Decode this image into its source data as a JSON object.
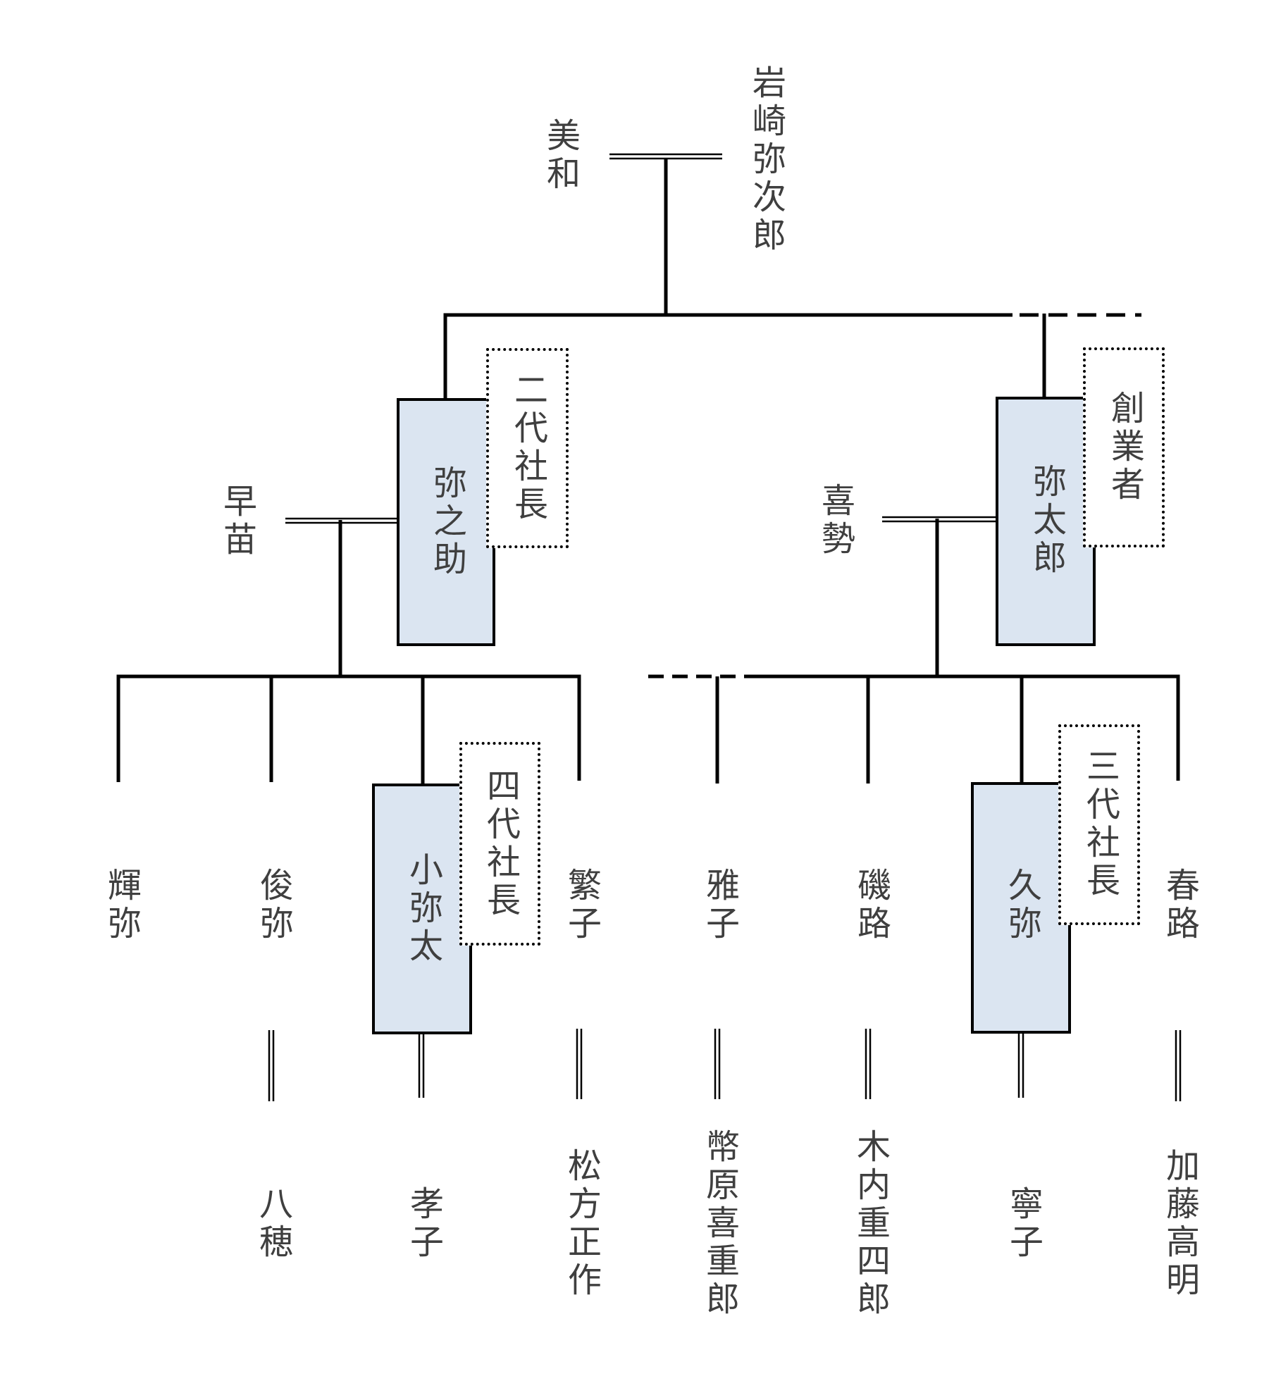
{
  "family_tree": {
    "generation1": {
      "father": "岩崎弥次郎",
      "mother": "美和"
    },
    "generation2": {
      "left_couple": {
        "husband": "弥之助",
        "title": "二代社長",
        "wife": "早苗",
        "highlighted": true
      },
      "right_couple": {
        "husband": "弥太郎",
        "title": "創業者",
        "wife": "喜勢",
        "highlighted": true
      }
    },
    "generation3": {
      "left_children": [
        {
          "name": "輝弥"
        },
        {
          "name": "俊弥",
          "spouse": "八穂"
        },
        {
          "name": "小弥太",
          "title": "四代社長",
          "spouse": "孝子",
          "highlighted": true
        },
        {
          "name": "繁子",
          "spouse": "松方正作"
        }
      ],
      "right_children": [
        {
          "name": "雅子",
          "spouse": "幣原喜重郎",
          "dashed_branch": true
        },
        {
          "name": "磯路",
          "spouse": "木内重四郎"
        },
        {
          "name": "久弥",
          "title": "三代社長",
          "spouse": "寧子",
          "highlighted": true
        },
        {
          "name": "春路",
          "spouse": "加藤高明"
        }
      ]
    },
    "colors": {
      "background": "#ffffff",
      "line": "#000000",
      "text": "#3f3f3f",
      "highlight_box_fill": "#dbe5f1",
      "box_border": "#000000"
    }
  }
}
